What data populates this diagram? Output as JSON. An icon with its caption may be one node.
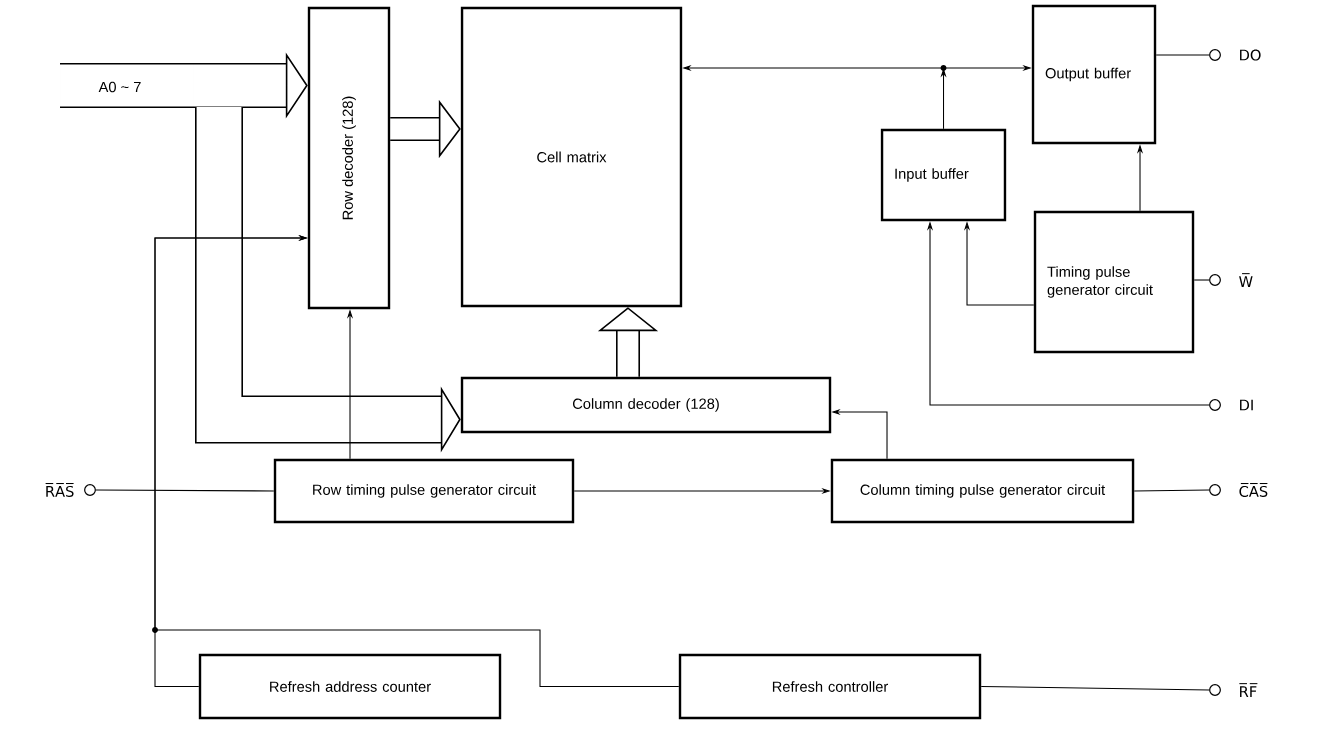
{
  "diagram": {
    "nodes": [
      {
        "text": [
          "Row decoder (128)"
        ]
      },
      {
        "text": [
          "Cell matrix"
        ]
      },
      {
        "text": [
          "Output buffer"
        ]
      },
      {
        "text": [
          "Input buffer"
        ]
      },
      {
        "text": [
          "Timing pulse generator circuit"
        ]
      },
      {
        "text": [
          "Column decoder (128)"
        ]
      },
      {
        "text": [
          "Row timing pulse generator circuit"
        ]
      },
      {
        "text": [
          "Column timing pulse generator circuit"
        ]
      },
      {
        "text": [
          "Refresh address counter"
        ]
      },
      {
        "text": [
          "Refresh controller"
        ]
      },
      {
        "text": [],
        "shape": "circle",
        "beside": [
          "DO"
        ]
      },
      {
        "text": [],
        "shape": "circle",
        "beside": [
          "W̅"
        ]
      },
      {
        "text": [],
        "shape": "circle",
        "beside": [
          "DI"
        ]
      },
      {
        "text": [],
        "shape": "circle",
        "beside": [
          "R̅A̅S̅"
        ]
      },
      {
        "text": [],
        "shape": "circle",
        "beside": [
          "C̅A̅S̅"
        ]
      },
      {
        "text": [],
        "shape": "circle",
        "beside": [
          "R̅F̅"
        ]
      }
    ],
    "edges": [
      {
        "from": null,
        "to": 0,
        "arrow": "to",
        "style": "thick"
      },
      {
        "from": null,
        "to": 5,
        "arrow": "to",
        "style": "thick"
      },
      {
        "from": 0,
        "to": 1,
        "arrow": "to",
        "style": "thick"
      },
      {
        "from": 5,
        "to": 1,
        "arrow": "to",
        "style": "thick"
      },
      {
        "from": 1,
        "to": 2,
        "arrow": "both"
      },
      {
        "from": 3,
        "to": 1,
        "arrow": "to"
      },
      {
        "from": 4,
        "to": 2,
        "arrow": "to"
      },
      {
        "from": 4,
        "to": 3,
        "arrow": "to"
      },
      {
        "from": 12,
        "to": 3,
        "arrow": "to"
      },
      {
        "from": 2,
        "to": 10,
        "arrow": "none"
      },
      {
        "from": 4,
        "to": 11,
        "arrow": "none"
      },
      {
        "from": 7,
        "to": 14,
        "arrow": "none"
      },
      {
        "from": 9,
        "to": 15,
        "arrow": "none"
      },
      {
        "from": 13,
        "to": 6,
        "arrow": "none"
      },
      {
        "from": 6,
        "to": 7,
        "arrow": "to"
      },
      {
        "from": 7,
        "to": 5,
        "arrow": "to"
      },
      {
        "from": 6,
        "to": 0,
        "arrow": "to"
      },
      {
        "from": 8,
        "to": 0,
        "arrow": "to"
      },
      {
        "from": 9,
        "to": 0,
        "arrow": "to"
      }
    ],
    "labels": [
      "A0 ~ 7"
    ]
  }
}
